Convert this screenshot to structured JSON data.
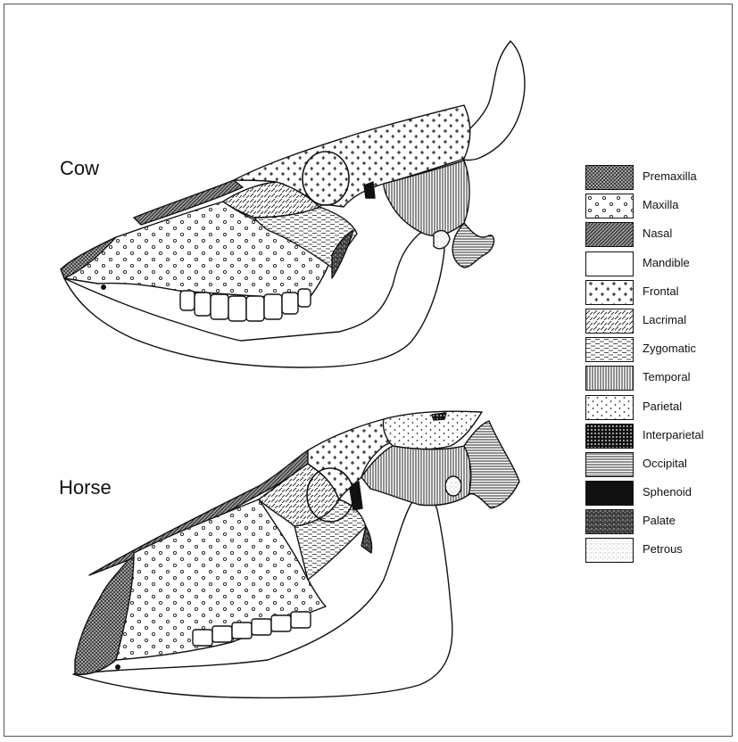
{
  "labels": {
    "cow": "Cow",
    "horse": "Horse"
  },
  "legend": [
    {
      "label": "Premaxilla",
      "pattern": "crosshatch"
    },
    {
      "label": "Maxilla",
      "pattern": "circles"
    },
    {
      "label": "Nasal",
      "pattern": "diagonal-dense"
    },
    {
      "label": "Mandible",
      "pattern": "blank"
    },
    {
      "label": "Frontal",
      "pattern": "plus"
    },
    {
      "label": "Lacrimal",
      "pattern": "dashes-diagonal"
    },
    {
      "label": "Zygomatic",
      "pattern": "dashes-horizontal"
    },
    {
      "label": "Temporal",
      "pattern": "vertical-lines"
    },
    {
      "label": "Parietal",
      "pattern": "dots"
    },
    {
      "label": "Interparietal",
      "pattern": "dense-dots"
    },
    {
      "label": "Occipital",
      "pattern": "horizontal-lines"
    },
    {
      "label": "Sphenoid",
      "pattern": "solid-black"
    },
    {
      "label": "Palate",
      "pattern": "stipple-dark"
    },
    {
      "label": "Petrous",
      "pattern": "stipple-light"
    }
  ]
}
